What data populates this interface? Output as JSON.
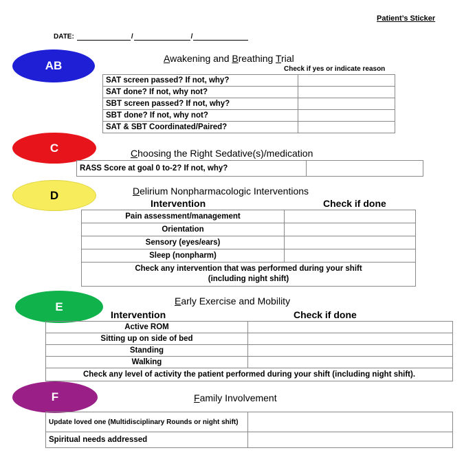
{
  "header": {
    "sticker_label": "Patient’s Sticker",
    "date_label": "DATE:",
    "date_sep": "/"
  },
  "ab": {
    "badge": "AB",
    "badge_color": "#1f1fd6",
    "title_rest": "wakening and ",
    "title_b": "B",
    "title_rest2": "reathing ",
    "title_t": "T",
    "title_rest3": "rial",
    "title_a": "A",
    "col_note": "Check if yes or indicate reason",
    "rows": [
      "SAT screen passed? If not, why?",
      "SAT done? If not, why not?",
      "SBT screen passed? If not, why?",
      "SBT done? If not, why not?",
      "SAT & SBT Coordinated/Paired?"
    ]
  },
  "c": {
    "badge": "C",
    "badge_color": "#e8141b",
    "title_first": "C",
    "title_rest": "hoosing the Right Sedative(s)/medication",
    "rows": [
      "RASS Score at goal 0 to-2? If not, why?"
    ]
  },
  "d": {
    "badge": "D",
    "badge_color": "#f6ec5c",
    "title_first": "D",
    "title_rest": "elirium Nonpharmacologic Interventions",
    "col_intervention": "Intervention",
    "col_check": "Check if done",
    "rows": [
      "Pain assessment/management",
      "Orientation",
      "Sensory (eyes/ears)",
      "Sleep (nonpharm)"
    ],
    "footer": "Check any intervention that was performed during your shift (including night shift)"
  },
  "e": {
    "badge": "E",
    "badge_color": "#0fb24b",
    "title_first": "E",
    "title_rest": "arly Exercise and Mobility",
    "col_intervention": "Intervention",
    "col_check": "Check if done",
    "rows": [
      "Active ROM",
      "Sitting up on side of bed",
      "Standing",
      "Walking"
    ],
    "footer": "Check any level of activity the patient performed during your shift (including night shift)."
  },
  "f": {
    "badge": "F",
    "badge_color": "#9a1f86",
    "title_first": "F",
    "title_rest": "amily Involvement",
    "rows": [
      "Update loved one (Multidisciplinary Rounds or night shift)",
      "Spiritual needs addressed"
    ]
  }
}
